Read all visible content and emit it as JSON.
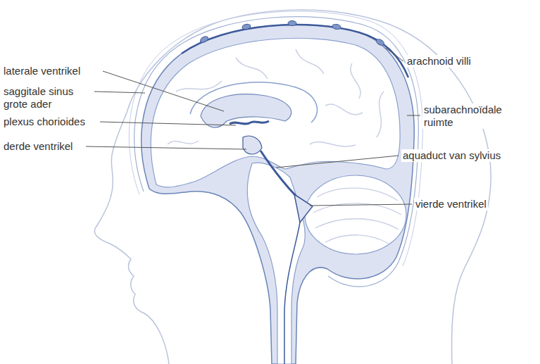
{
  "diagram": {
    "labels": [
      "laterale ventrikel",
      "saggitale sinus grote ader",
      "plexus chorioides",
      "derde ventrikel",
      "arachnoid villi",
      "subarachnoïdale ruimte",
      "aquaduct van sylvius",
      "vierde ventrikel"
    ]
  }
}
